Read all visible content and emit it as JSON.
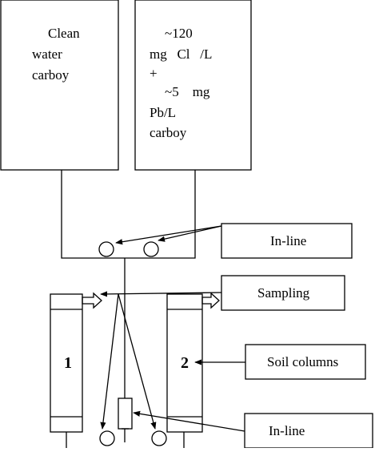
{
  "carboys": {
    "clean_water": {
      "lines": [
        "Clean",
        "water",
        "carboy"
      ]
    },
    "contaminated": {
      "lines": [
        "~120",
        "mg   Cl   /L",
        "+",
        "~5    mg",
        "Pb/L",
        "carboy"
      ]
    }
  },
  "callouts": {
    "inline_top": "In-line",
    "sampling": "Sampling",
    "soil_columns": "Soil columns",
    "inline_bottom": "In-line"
  },
  "columns": {
    "left_number": "1",
    "right_number": "2"
  }
}
